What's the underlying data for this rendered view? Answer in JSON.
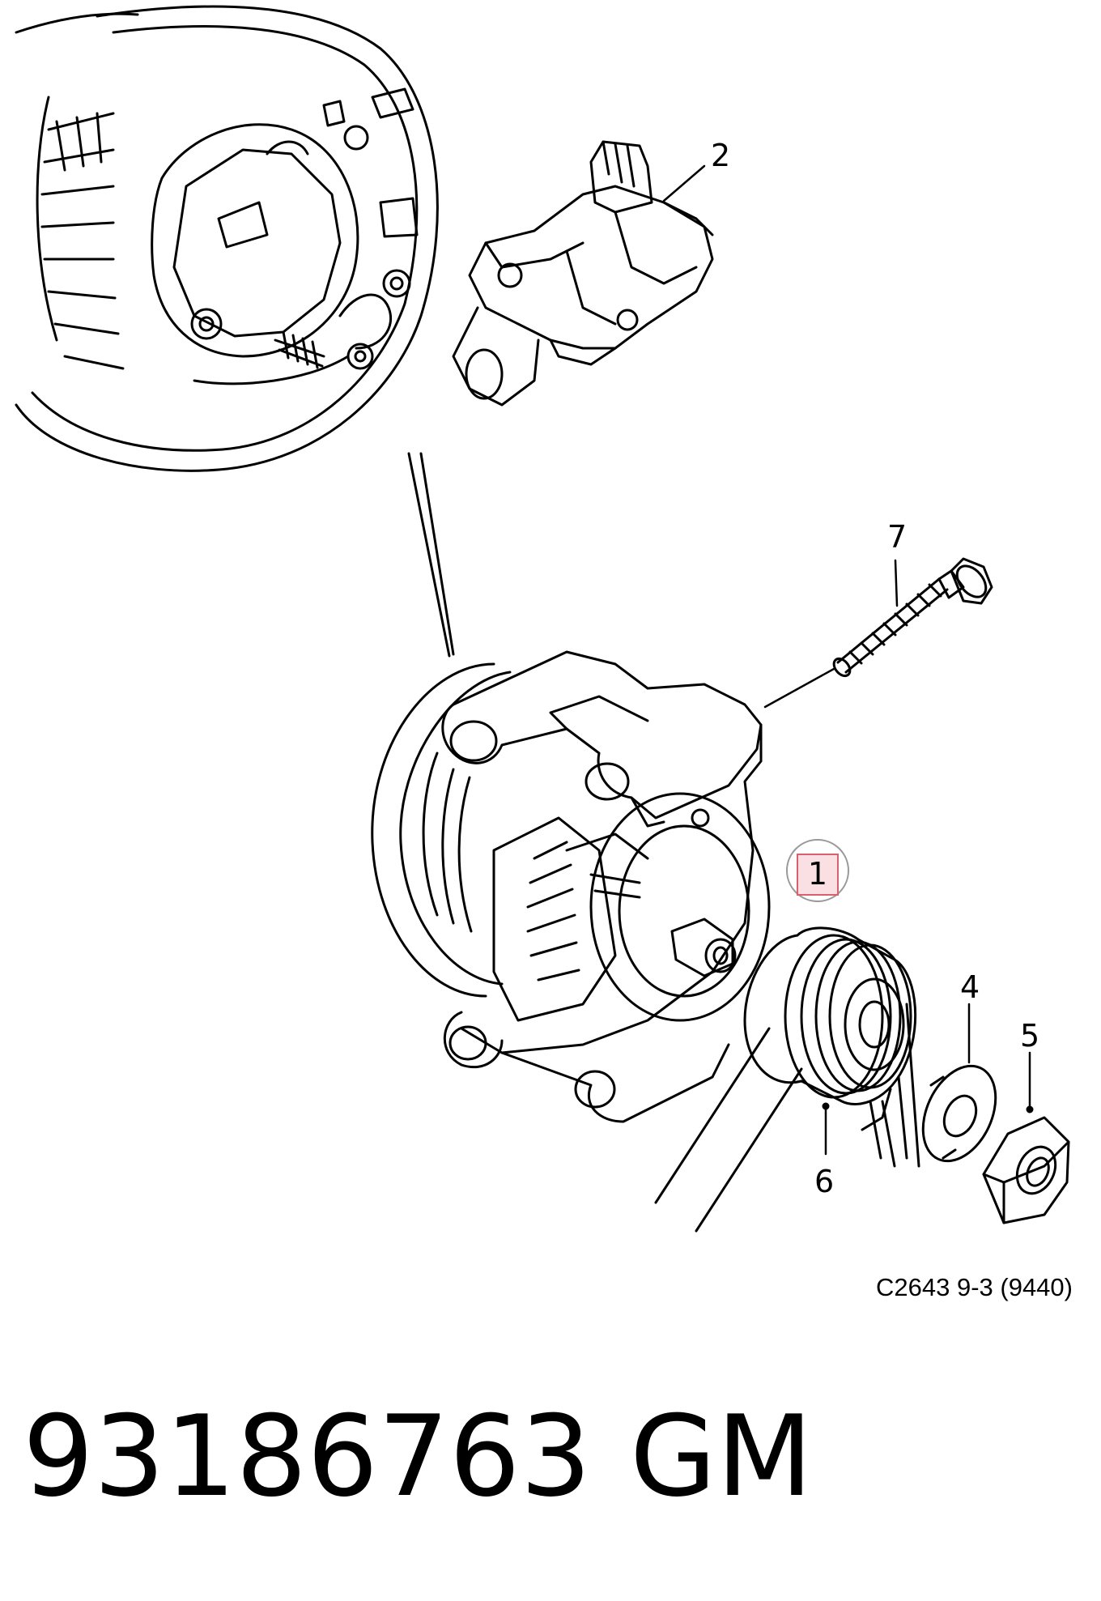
{
  "diagram": {
    "callouts": {
      "c1": "1",
      "c2": "2",
      "c4": "4",
      "c5": "5",
      "c6": "6",
      "c7": "7"
    },
    "reference_code": "C2643 9-3 (9440)",
    "highlight_color": "#f7c6cc"
  },
  "footer": {
    "part_number": "93186763",
    "brand": "GM"
  }
}
